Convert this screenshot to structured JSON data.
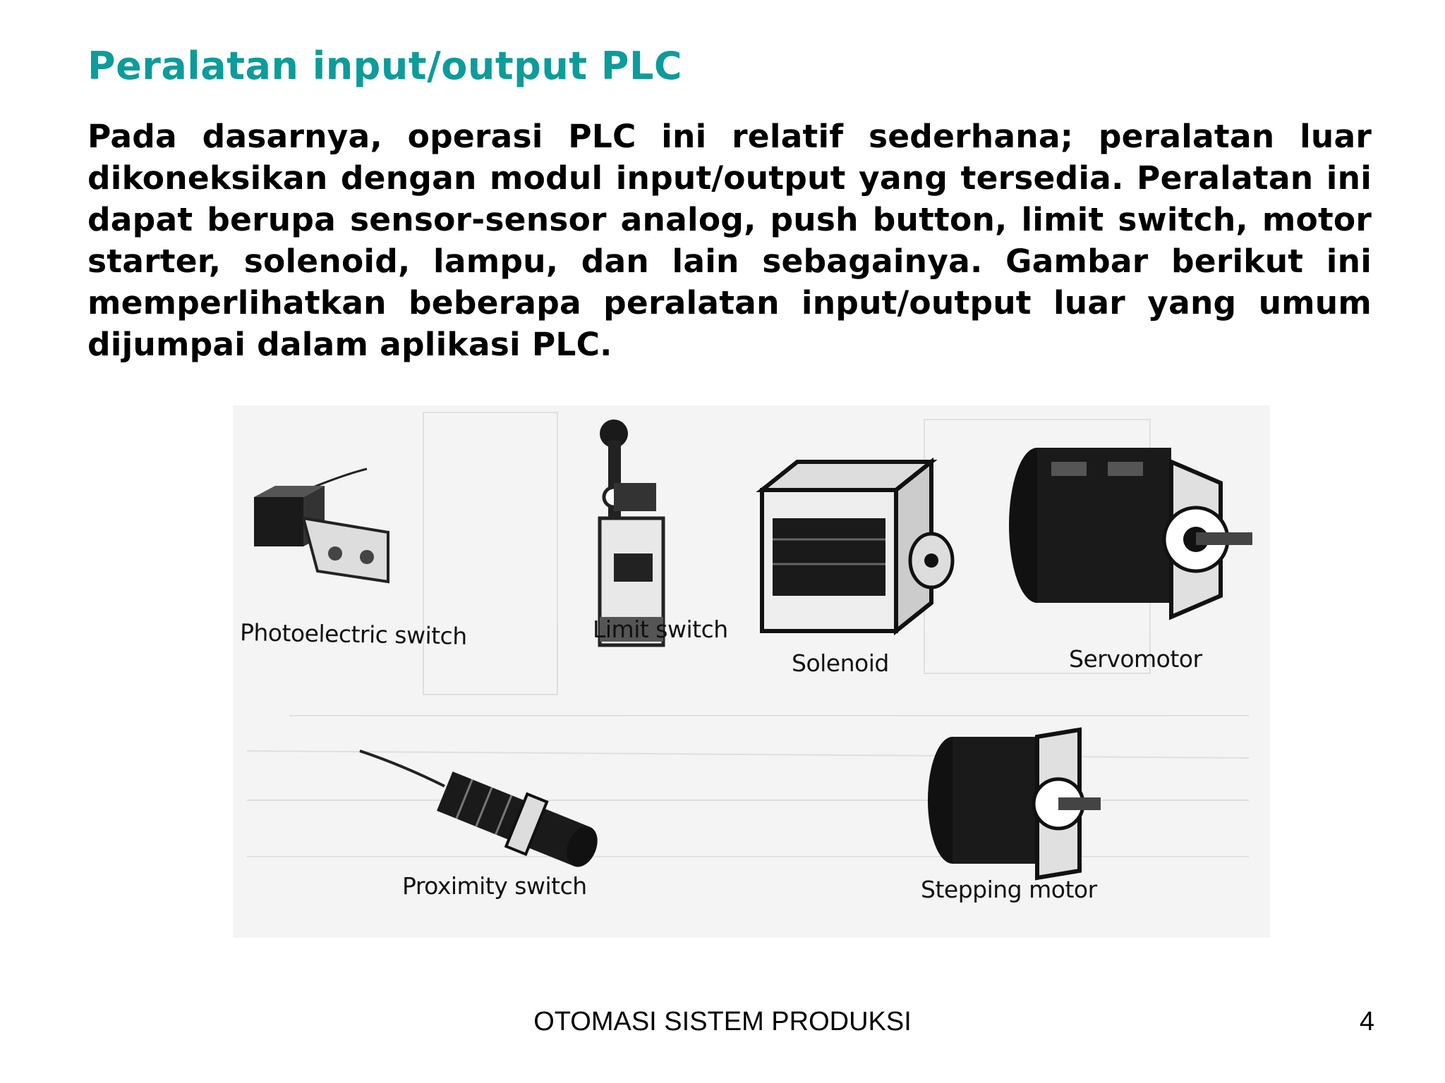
{
  "slide": {
    "title": "Peralatan input/output PLC",
    "body": "Pada dasarnya, operasi PLC ini relatif sederhana; peralatan luar dikoneksikan dengan modul input/output yang tersedia. Peralatan ini dapat berupa sensor-sensor analog, push button, limit switch, motor starter, solenoid, lampu, dan lain sebagainya. Gambar berikut ini memperlihatkan beberapa peralatan input/output luar yang umum dijumpai dalam aplikasi PLC."
  },
  "figure": {
    "devices": [
      {
        "label": "Photoelectric switch",
        "icon": "photoelectric-switch-icon"
      },
      {
        "label": "Limit switch",
        "icon": "limit-switch-icon"
      },
      {
        "label": "Solenoid",
        "icon": "solenoid-icon"
      },
      {
        "label": "Servomotor",
        "icon": "servomotor-icon"
      },
      {
        "label": "Proximity switch",
        "icon": "proximity-switch-icon"
      },
      {
        "label": "Stepping motor",
        "icon": "stepping-motor-icon"
      }
    ]
  },
  "footer": {
    "text": "OTOMASI SISTEM PRODUKSI",
    "page": "4"
  }
}
